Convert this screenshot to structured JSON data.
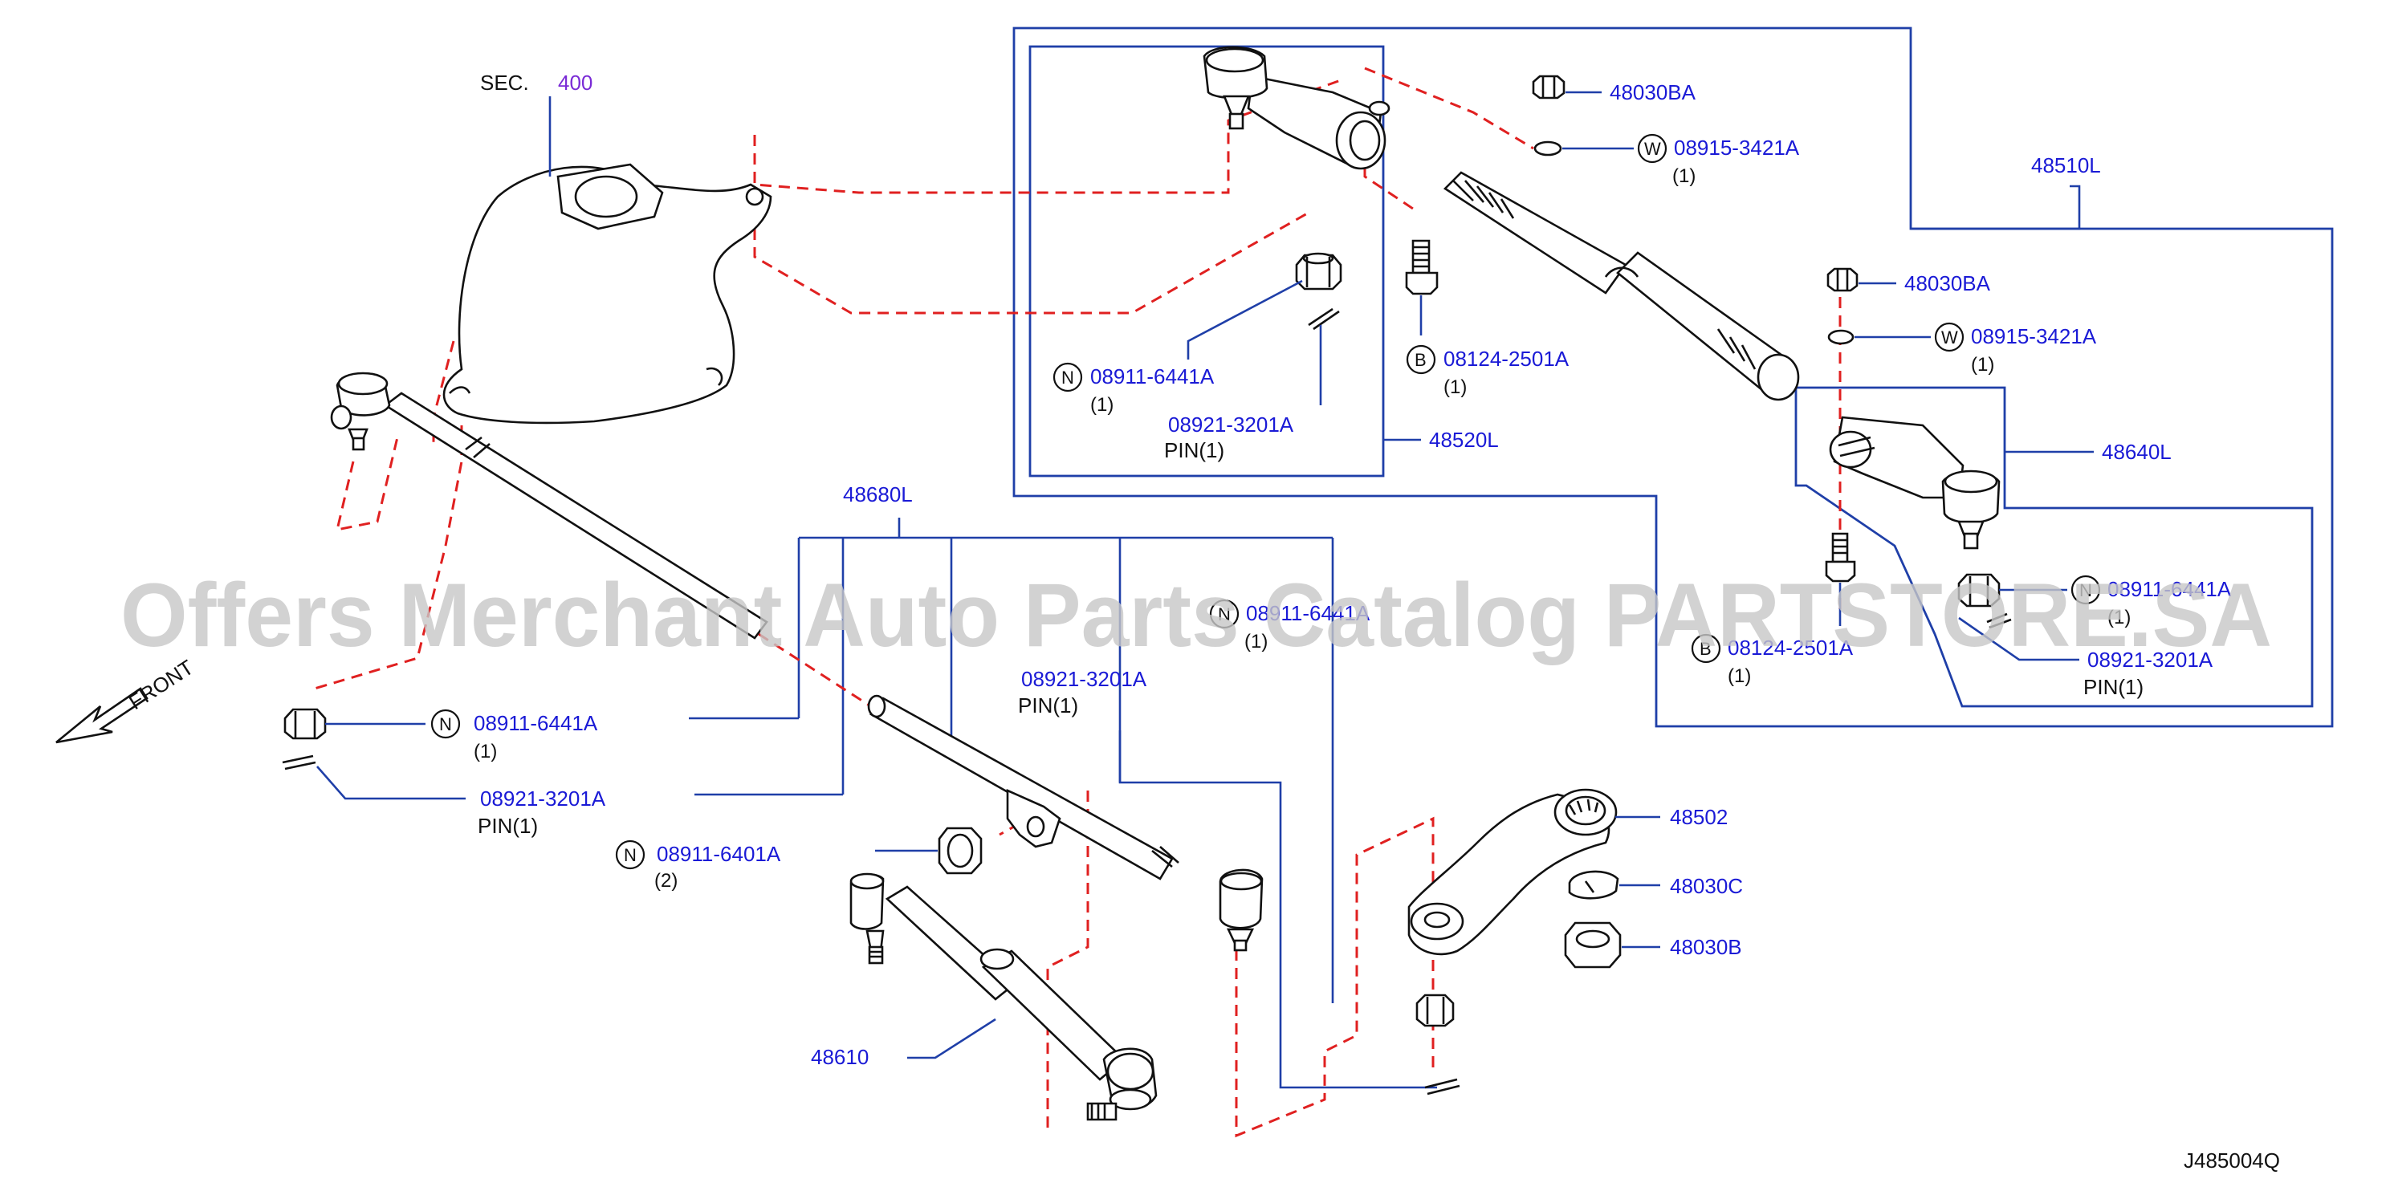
{
  "section": {
    "label": "SEC.",
    "number": "400"
  },
  "front_label": "FRONT",
  "diagram_code": "J485004Q",
  "watermark": "Offers Merchant Auto Parts Catalog PARTSTORE.SA",
  "groups": {
    "g48510L": "48510L",
    "g48520L": "48520L",
    "g48640L": "48640L",
    "g48680L": "48680L"
  },
  "parts": {
    "p48030BA_1": "48030BA",
    "p48030BA_2": "48030BA",
    "w1": {
      "symbol": "W",
      "number": "08915-3421A",
      "qty": "(1)"
    },
    "w2": {
      "symbol": "W",
      "number": "08915-3421A",
      "qty": "(1)"
    },
    "b1": {
      "symbol": "B",
      "number": "08124-2501A",
      "qty": "(1)"
    },
    "b2": {
      "symbol": "B",
      "number": "08124-2501A",
      "qty": "(1)"
    },
    "n_top": {
      "symbol": "N",
      "number": "08911-6441A",
      "qty": "(1)"
    },
    "pin_top": {
      "number": "08921-3201A",
      "desc": "PIN(1)"
    },
    "n_right": {
      "symbol": "N",
      "number": "08911-6441A",
      "qty": "(1)"
    },
    "pin_right": {
      "number": "08921-3201A",
      "desc": "PIN(1)"
    },
    "n_mid": {
      "symbol": "N",
      "number": "08911-6441A",
      "qty": "(1)"
    },
    "pin_mid": {
      "number": "08921-3201A",
      "desc": "PIN(1)"
    },
    "n_left": {
      "symbol": "N",
      "number": "08911-6441A",
      "qty": "(1)"
    },
    "pin_left": {
      "number": "08921-3201A",
      "desc": "PIN(1)"
    },
    "n_6401": {
      "symbol": "N",
      "number": "08911-6401A",
      "qty": "(2)"
    },
    "p48502": "48502",
    "p48030C": "48030C",
    "p48030B": "48030B",
    "p48610": "48610"
  },
  "colors": {
    "leader": "#1f3fa8",
    "partnumber": "#1a1ad6",
    "dashed": "#e02020",
    "section": "#7a2bd6"
  }
}
